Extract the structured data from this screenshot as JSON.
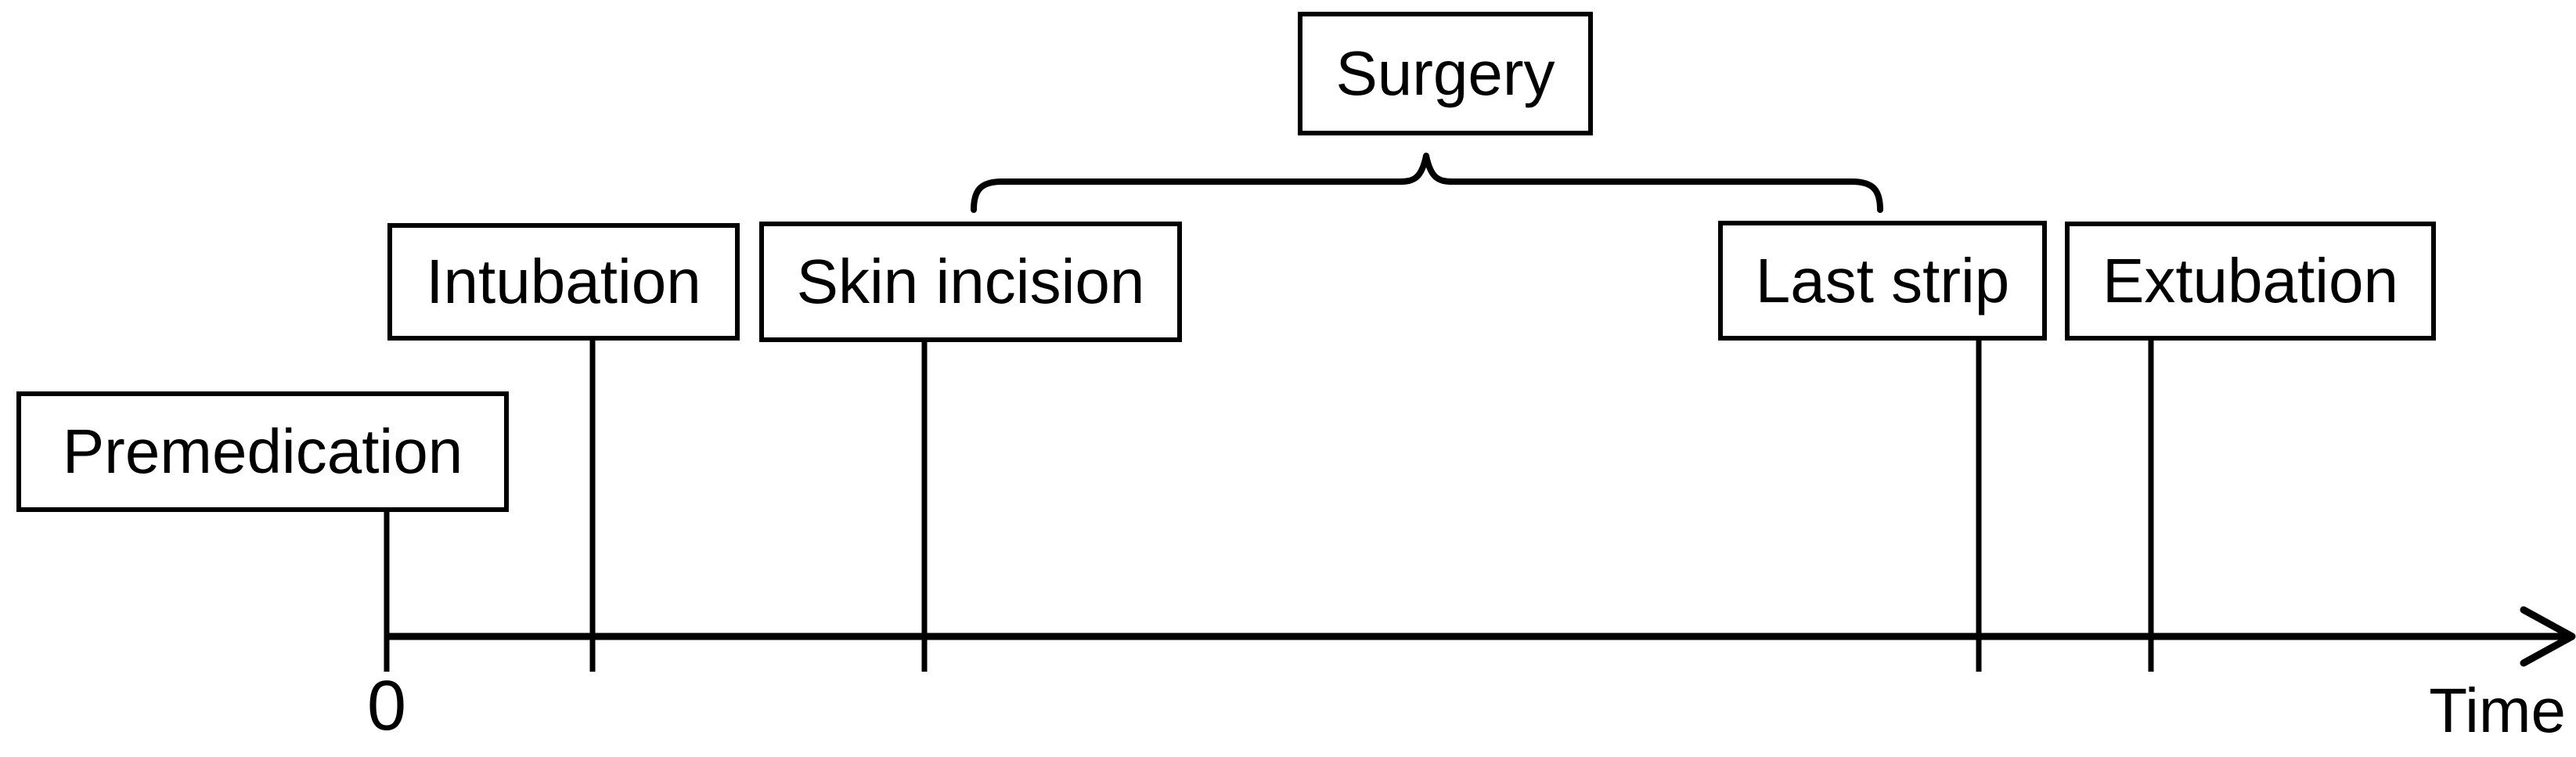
{
  "diagram": {
    "surgery_group": {
      "label": "Surgery"
    },
    "events": [
      {
        "label": "Premedication"
      },
      {
        "label": "Intubation"
      },
      {
        "label": "Skin incision"
      },
      {
        "label": "Last strip"
      },
      {
        "label": "Extubation"
      }
    ],
    "axis": {
      "origin_tick_label": "0",
      "label": "Time"
    },
    "colors": {
      "foreground": "#000000",
      "background": "#ffffff",
      "box_fill": "#ffffff"
    }
  }
}
